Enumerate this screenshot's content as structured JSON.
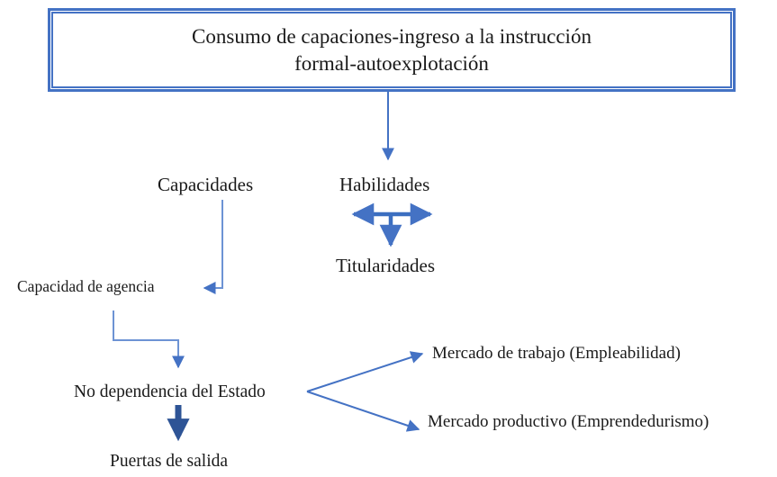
{
  "diagram": {
    "title_box": {
      "text_line_1": "Consumo de capaciones-ingreso a la instrucción",
      "text_line_2": "formal-autoexplotación",
      "border_color": "#4472C4"
    },
    "nodes": {
      "capacidades": "Capacidades",
      "habilidades": "Habilidades",
      "titularidades": "Titularidades",
      "capacidad_de_agencia": "Capacidad de agencia",
      "no_dependencia_del_estado": "No dependencia del Estado",
      "puertas_de_salida": "Puertas de salida",
      "mercado_de_trabajo": "Mercado de trabajo (Empleabilidad)",
      "mercado_productivo": "Mercado productivo (Emprendedurismo)"
    },
    "colors": {
      "connector_blue": "#4472C4",
      "thick_arrow_blue": "#2E5496",
      "text_black": "#1A1A1A",
      "background": "#FFFFFF"
    },
    "connectors": [
      {
        "name": "title-to-habilidades",
        "from": "title_box",
        "to": "habilidades",
        "style": "straight-down-arrow"
      },
      {
        "name": "habilidades-bidirectional",
        "from": "habilidades",
        "to": "habilidades",
        "style": "horizontal-double-arrow"
      },
      {
        "name": "habilidades-to-titularidades",
        "from": "habilidades",
        "to": "titularidades",
        "style": "straight-down-arrow"
      },
      {
        "name": "capacidades-to-capacidad-de-agencia",
        "from": "capacidades",
        "to": "capacidad_de_agencia",
        "style": "elbow-down-left-arrow"
      },
      {
        "name": "capacidad-de-agencia-to-no-dependencia",
        "from": "capacidad_de_agencia",
        "to": "no_dependencia_del_estado",
        "style": "elbow-down-right-down-arrow"
      },
      {
        "name": "no-dependencia-to-puertas-de-salida",
        "from": "no_dependencia_del_estado",
        "to": "puertas_de_salida",
        "style": "thick-down-arrow"
      },
      {
        "name": "no-dependencia-to-mercado-de-trabajo",
        "from": "no_dependencia_del_estado",
        "to": "mercado_de_trabajo",
        "style": "diagonal-up-right-arrow"
      },
      {
        "name": "no-dependencia-to-mercado-productivo",
        "from": "no_dependencia_del_estado",
        "to": "mercado_productivo",
        "style": "diagonal-down-right-arrow"
      }
    ]
  }
}
